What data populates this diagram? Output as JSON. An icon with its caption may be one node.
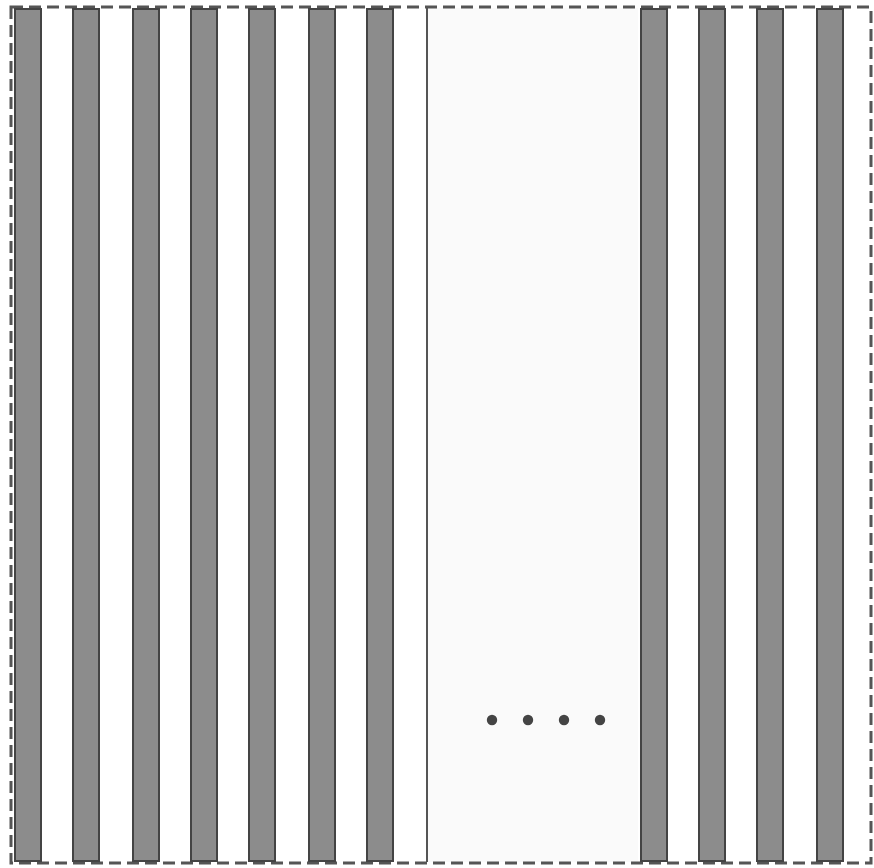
{
  "diagram": {
    "nodes": [
      {
        "text": [],
        "shape": "bar"
      },
      {
        "text": [],
        "shape": "bar"
      },
      {
        "text": [],
        "shape": "bar"
      },
      {
        "text": [],
        "shape": "bar"
      },
      {
        "text": [],
        "shape": "bar"
      },
      {
        "text": [],
        "shape": "bar"
      },
      {
        "text": [],
        "shape": "bar"
      },
      {
        "text": [],
        "shape": "bar"
      },
      {
        "text": [],
        "shape": "bar"
      },
      {
        "text": [],
        "shape": "bar"
      },
      {
        "text": [],
        "shape": "bar"
      }
    ]
  }
}
